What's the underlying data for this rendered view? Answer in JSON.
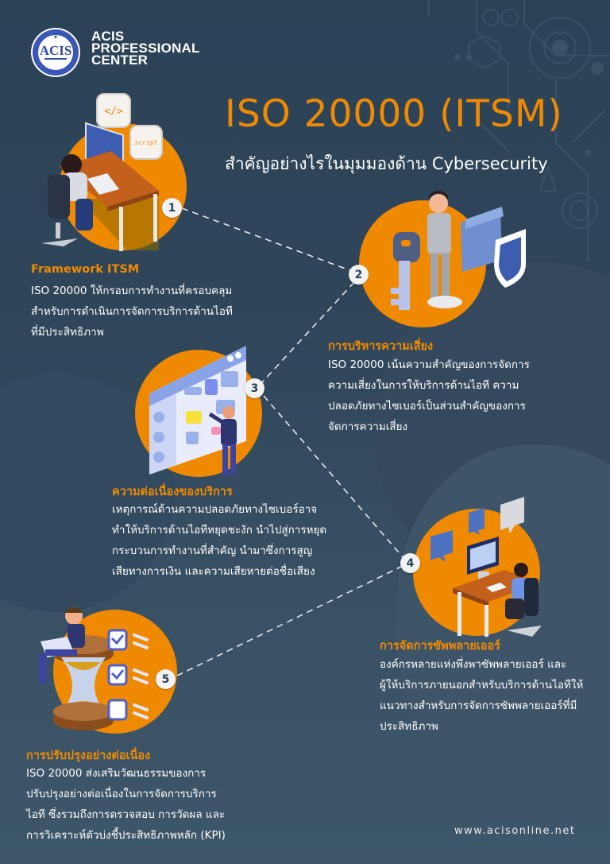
{
  "brand": {
    "logo_text": "ACIS",
    "name_lines": [
      "ACIS",
      "PROFESSIONAL",
      "CENTER"
    ]
  },
  "header": {
    "title": "ISO 20000 (ITSM)",
    "subtitle": "สำคัญอย่างไรในมุมมองด้าน Cybersecurity"
  },
  "colors": {
    "background": "#2c4257",
    "accent_orange": "#f08a00",
    "text": "#ffffff",
    "badge_bg": "#f1f2f4"
  },
  "steps": [
    {
      "number": "1",
      "icon": "developer-at-desk-illustration",
      "heading": "Framework ITSM",
      "lines": [
        "ISO 20000 ให้กรอบการทำงานที่ครอบคลุม",
        "สำหรับการดำเนินการจัดการบริการด้านไอที",
        "ที่มีประสิทธิภาพ"
      ]
    },
    {
      "number": "2",
      "icon": "businessman-key-shield-illustration",
      "heading": "การบริหารความเสี่ยง",
      "lines": [
        "ISO 20000 เน้นความสำคัญของการจัดการ",
        "ความเสี่ยงในการให้บริการด้านไอที ความ",
        "ปลอดภัยทางไซเบอร์เป็นส่วนสำคัญของการ",
        "จัดการความเสี่ยง"
      ]
    },
    {
      "number": "3",
      "icon": "workflow-board-illustration",
      "heading": "ความต่อเนื่องของบริการ",
      "lines": [
        "เหตุการณ์ด้านความปลอดภัยทางไซเบอร์อาจ",
        "ทำให้บริการด้านไอทีหยุดชะงัก นำไปสู่การหยุด",
        "กระบวนการทำงานที่สำคัญ นำมาซึ่งการสูญ",
        "เสียทางการเงิน และความเสียหายต่อชื่อเสียง"
      ]
    },
    {
      "number": "4",
      "icon": "support-agent-chat-illustration",
      "heading": "การจัดการซัพพลายเออร์",
      "lines": [
        "องค์กรหลายแห่งพึ่งพาซัพพลายเออร์ และ",
        "ผู้ให้บริการภายนอกสำหรับบริการด้านไอทีให้",
        "แนวทางสำหรับการจัดการซัพพลายเออร์ที่มี",
        "ประสิทธิภาพ"
      ]
    },
    {
      "number": "5",
      "icon": "hourglass-checklist-illustration",
      "heading": "การปรับปรุงอย่างต่อเนื่อง",
      "lines": [
        "ISO 20000 ส่งเสริมวัฒนธรรมของการ",
        "ปรับปรุงอย่างต่อเนื่องในการจัดการบริการ",
        "ไอที ซึ่งรวมถึงการตรวจสอบ การวัดผล และ",
        "การวิเคราะห์ตัวบ่งชี้ประสิทธิภาพหลัก (KPI)"
      ]
    }
  ],
  "footer": {
    "url": "www.acisonline.net"
  }
}
